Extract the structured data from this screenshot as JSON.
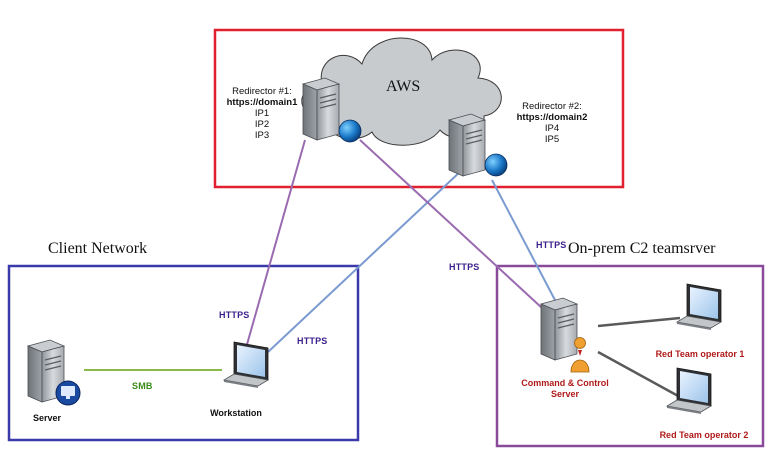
{
  "zones": {
    "aws": {
      "label": "AWS",
      "color": "#e0202e"
    },
    "client": {
      "label": "Client Network",
      "color": "#3a3aaa"
    },
    "onprem": {
      "label": "On-prem C2 teamsrver",
      "color": "#8a4a9a"
    }
  },
  "redirector1": {
    "name": "Redirector #1:",
    "domain": "https://domain1",
    "ips": [
      "IP1",
      "IP2",
      "IP3"
    ]
  },
  "redirector2": {
    "name": "Redirector #2:",
    "domain": "https://domain2",
    "ips": [
      "IP4",
      "IP5"
    ]
  },
  "nodes": {
    "server": "Server",
    "workstation": "Workstation",
    "c2": [
      "Command & Control",
      "Server"
    ],
    "op1": "Red Team operator 1",
    "op2": "Red Team operator 2"
  },
  "links": {
    "https_ws_r1": "HTTPS",
    "https_ws_r2": "HTTPS",
    "https_c2_r1": "HTTPS",
    "https_c2_r2": "HTTPS",
    "smb": "SMB"
  },
  "colors": {
    "https_label": "#3a1f8a",
    "smb_label": "#3a8a1a",
    "node_label_red": "#b01a1a",
    "link_purple": "#9a6ab0",
    "link_blue": "#7a9ad0",
    "link_green": "#8ab84a",
    "link_grey": "#5a5a5a"
  },
  "icons": [
    "cloud-icon",
    "server-icon",
    "globe-icon",
    "laptop-icon",
    "person-icon",
    "monitor-badge-icon"
  ]
}
